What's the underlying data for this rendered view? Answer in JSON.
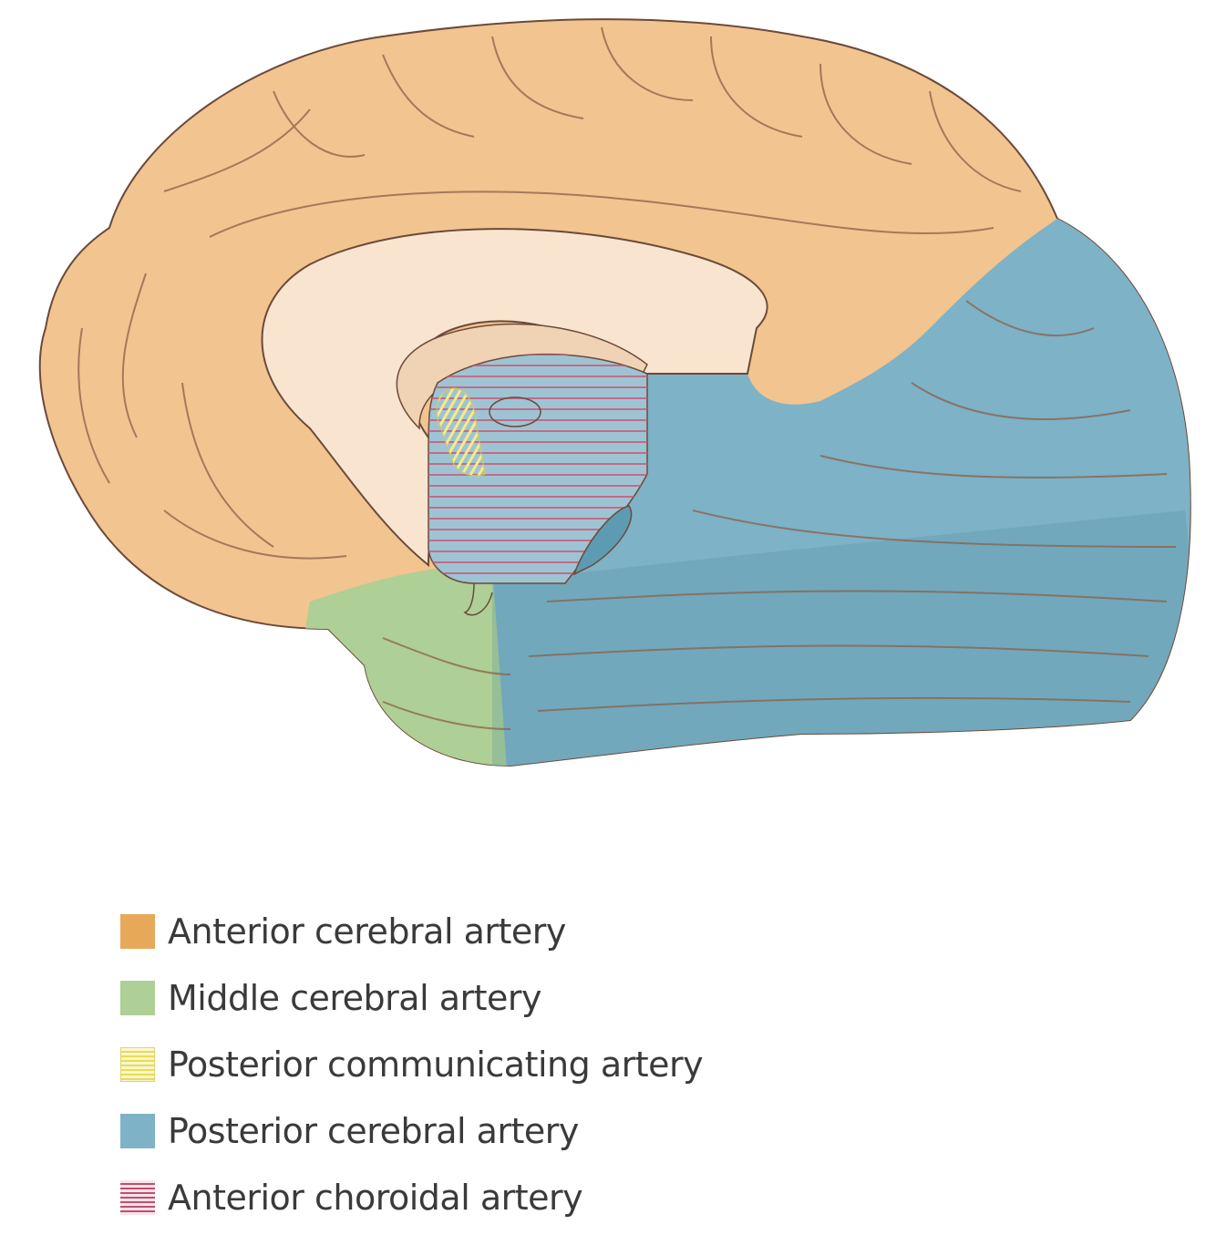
{
  "colors": {
    "anterior_cerebral": "#e8a85a",
    "middle_cerebral": "#aecf95",
    "posterior_communicating": "#f4ec86",
    "posterior_cerebral": "#7eb2c6",
    "anterior_choroidal": "#c95c7a",
    "cortex": "#f2c490",
    "corpus_callosum": "#f9e5cf",
    "outline": "#6b4a3a"
  },
  "legend": [
    {
      "label": "Anterior cerebral artery",
      "swatch": "solid",
      "color": "#e8a85a"
    },
    {
      "label": "Middle cerebral artery",
      "swatch": "solid",
      "color": "#aecf95"
    },
    {
      "label": "Posterior communicating artery",
      "swatch": "stripes",
      "color": "#e8dc50"
    },
    {
      "label": "Posterior cerebral artery",
      "swatch": "solid",
      "color": "#7eb2c6"
    },
    {
      "label": "Anterior choroidal artery",
      "swatch": "stripes",
      "color": "#c0506e"
    }
  ]
}
